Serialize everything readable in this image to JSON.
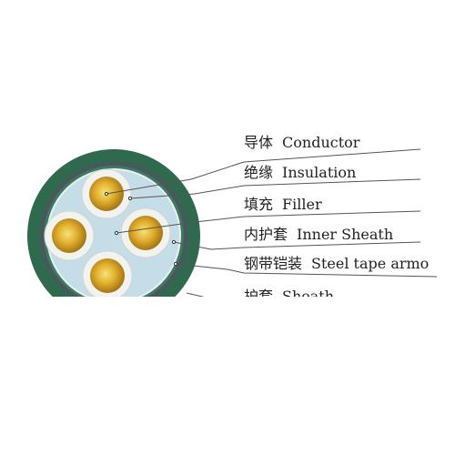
{
  "labels": [
    {
      "zh": "导体",
      "en": "Conductor"
    },
    {
      "zh": "绝缘",
      "en": "Insulation"
    },
    {
      "zh": "填充",
      "en": "Filler"
    },
    {
      "zh": "内护套",
      "en": "Inner Sheath"
    },
    {
      "zh": "钢带铠装",
      "en": "Steel tape armo"
    },
    {
      "zh": "护套",
      "en": "Sheath"
    }
  ],
  "colors": {
    "outer_sheath": "#2f6a4f",
    "armor": "#4d555e",
    "inner_sheath": "#3a7c5e",
    "filler": "#c5dde7",
    "insulation": "#f2f2ee",
    "conductor": "#d9a227",
    "leader": "#555555"
  }
}
